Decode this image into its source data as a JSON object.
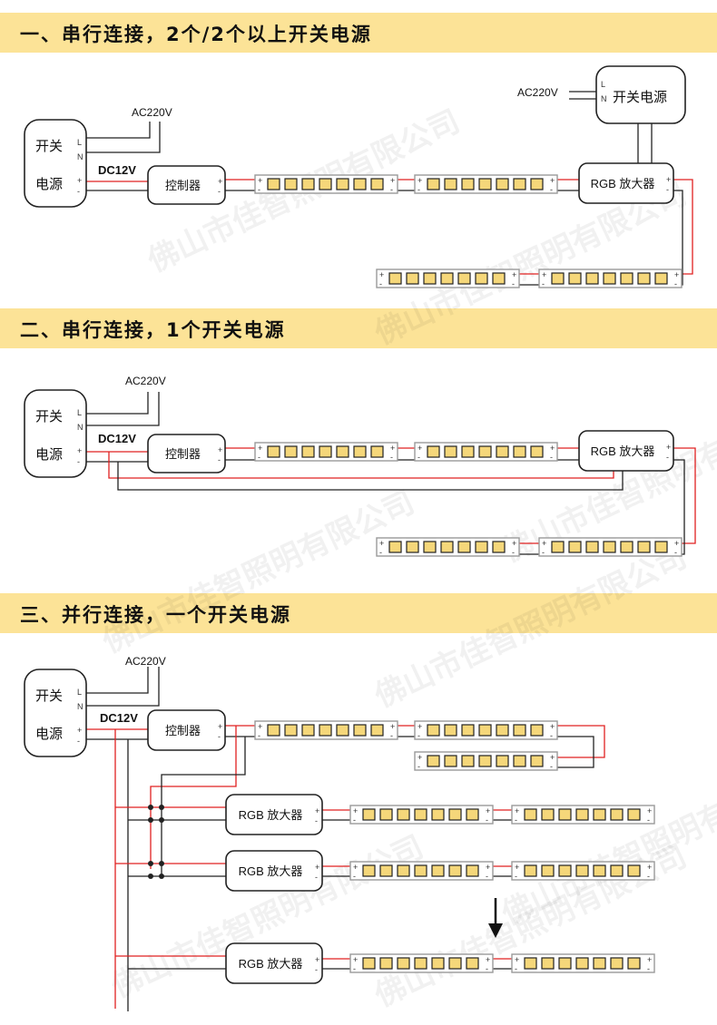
{
  "sections": [
    {
      "title": "一、串行连接，2个/2个以上开关电源"
    },
    {
      "title": "二、串行连接，1个开关电源"
    },
    {
      "title": "三、并行连接，一个开关电源"
    }
  ],
  "labels": {
    "psu_line1": "开关",
    "psu_line2": "电源",
    "psu_full": "开关电源",
    "controller": "控制器",
    "amplifier": "RGB 放大器",
    "ac": "AC220V",
    "dc": "DC12V",
    "L": "L",
    "N": "N",
    "plus": "+",
    "minus": "-"
  },
  "watermark": "佛山市佳智照明有限公司",
  "colors": {
    "banner": "#fce397",
    "wire_red": "#e02020",
    "wire_black": "#222222",
    "led": "#f5d77a",
    "strip_border": "#999999"
  }
}
